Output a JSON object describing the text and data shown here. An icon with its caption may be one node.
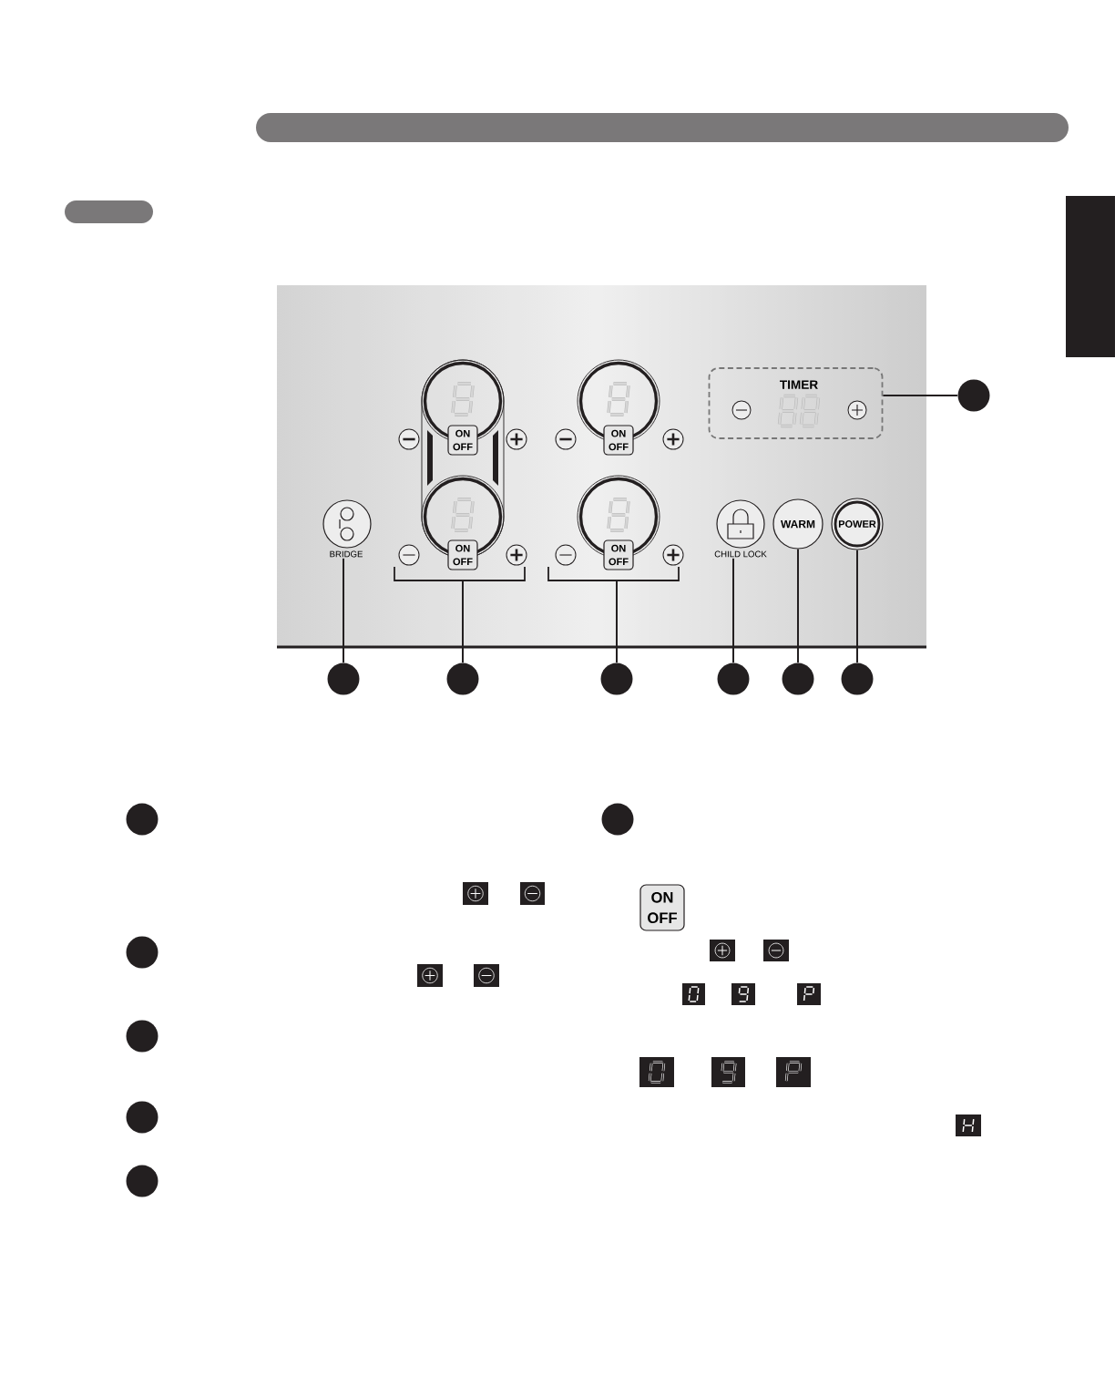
{
  "diagram": {
    "nodes": [
      {
        "text": [],
        "shape": "bar"
      },
      {
        "text": [],
        "shape": "bar"
      },
      {
        "text": [],
        "shape": "box"
      },
      {
        "text": [],
        "shape": "box"
      },
      {
        "text": [
          "ON OFF"
        ],
        "in": 3
      },
      {
        "text": [
          "ON OFF"
        ],
        "in": 3
      },
      {
        "text": [
          "TIMER"
        ],
        "in": 3
      },
      {
        "text": [
          "ON OFF"
        ],
        "in": 3
      },
      {
        "text": [
          "ON OFF"
        ],
        "in": 3
      },
      {
        "text": [
          "BRIDGE"
        ],
        "in": 3
      },
      {
        "text": [
          "CHILD LOCK"
        ],
        "in": 3
      },
      {
        "text": [
          "WARM"
        ],
        "in": 3
      },
      {
        "text": [
          "POWER"
        ],
        "in": 3
      },
      {
        "text": [],
        "shape": "bracket",
        "in": 3
      },
      {
        "text": [],
        "shape": "bracket",
        "in": 3
      },
      {
        "text": [],
        "shape": "circle"
      },
      {
        "text": [],
        "shape": "circle"
      },
      {
        "text": [],
        "shape": "circle"
      },
      {
        "text": [],
        "shape": "circle"
      },
      {
        "text": [],
        "shape": "circle"
      },
      {
        "text": [],
        "shape": "circle"
      },
      {
        "text": [],
        "shape": "circle"
      },
      {
        "text": [],
        "shape": "circle"
      },
      {
        "text": [],
        "shape": "circle"
      },
      {
        "text": [],
        "shape": "circle"
      },
      {
        "text": [],
        "shape": "circle"
      },
      {
        "text": [],
        "shape": "circle"
      },
      {
        "text": [],
        "shape": "circle"
      },
      {
        "text": [
          "ON OFF"
        ]
      }
    ],
    "edges": [
      {
        "from": 15,
        "to": 6,
        "arrow": "none"
      },
      {
        "from": 16,
        "to": 9,
        "arrow": "none"
      },
      {
        "from": 17,
        "to": 13,
        "arrow": "none"
      },
      {
        "from": 18,
        "to": 14,
        "arrow": "none"
      },
      {
        "from": 19,
        "to": 10,
        "arrow": "none"
      },
      {
        "from": 20,
        "to": 11,
        "arrow": "none"
      },
      {
        "from": 21,
        "to": 12,
        "arrow": "none"
      }
    ]
  }
}
